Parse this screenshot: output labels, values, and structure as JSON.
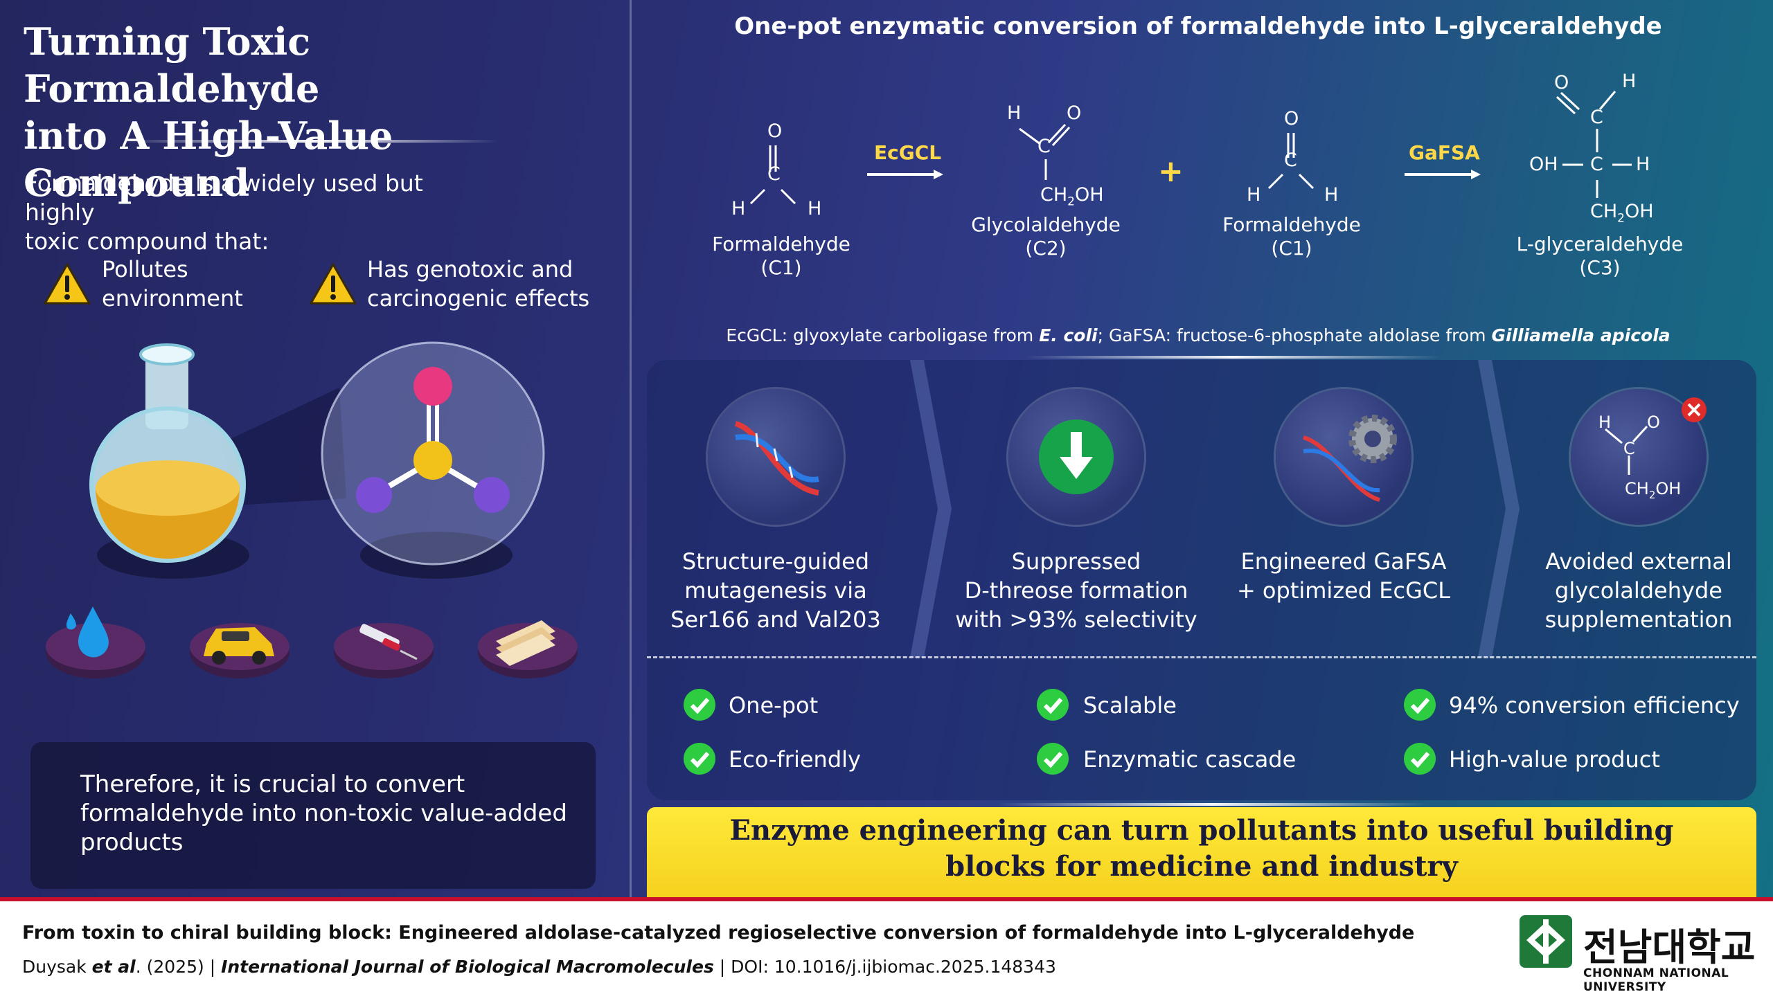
{
  "left": {
    "title_line1": "Turning Toxic Formaldehyde",
    "title_line2": "into A High-Value Compound",
    "intro_line1": "Formaldehyde is a widely used but highly",
    "intro_line2": "toxic compound that:",
    "warnings": [
      {
        "line1": "Pollutes",
        "line2": "environment"
      },
      {
        "line1": "Has genotoxic and",
        "line2": "carcinogenic effects"
      }
    ],
    "conclusion_line1": "Therefore, it is crucial to convert",
    "conclusion_line2": "formaldehyde into non-toxic value-added",
    "conclusion_line3": "products"
  },
  "right": {
    "title": "One-pot enzymatic conversion of formaldehyde into L-glyceraldehyde",
    "atoms": {
      "O": "O",
      "C": "C",
      "H": "H",
      "OH": "OH",
      "CH2OH_main": "CH",
      "CH2OH_sub": "2",
      "CH2OH_tail": "OH"
    },
    "enzyme1": "EcGCL",
    "enzyme2": "GaFSA",
    "plus": "+",
    "compounds": [
      {
        "name": "Formaldehyde",
        "code": "(C1)"
      },
      {
        "name": "Glycolaldehyde",
        "code": "(C2)"
      },
      {
        "name": "Formaldehyde",
        "code": "(C1)"
      },
      {
        "name": "L-glyceraldehyde",
        "code": "(C3)"
      }
    ],
    "footnote": {
      "p1": "EcGCL: glyoxylate carboligase from ",
      "p2": "E. coli",
      "p3": "; GaFSA: fructose-6-phosphate aldolase from ",
      "p4": "Gilliamella apicola"
    },
    "steps": [
      {
        "l1": "Structure-guided",
        "l2": "mutagenesis via",
        "l3": "Ser166 and Val203"
      },
      {
        "l1": "Suppressed",
        "l2": "D-threose formation",
        "l3": "with >93% selectivity"
      },
      {
        "l1": "Engineered GaFSA",
        "l2": "+ optimized EcGCL",
        "l3": ""
      },
      {
        "l1": "Avoided external",
        "l2": "glycolaldehyde",
        "l3": "supplementation"
      }
    ],
    "benefits": [
      "One-pot",
      "Eco-friendly",
      "Scalable",
      "Enzymatic cascade",
      "94% conversion efficiency",
      "High-value product"
    ],
    "banner_line1": "Enzyme engineering can turn pollutants into useful building",
    "banner_line2": "blocks for medicine and industry"
  },
  "footer": {
    "paper_title": "From toxin to chiral building block: Engineered aldolase-catalyzed regioselective conversion of formaldehyde into L-glyceraldehyde",
    "authors": "Duysak ",
    "etal": "et al",
    "year": ". (2025)  | ",
    "journal": "International Journal of Biological Macromolecules",
    "doi": " | DOI: 10.1016/j.ijbiomac.2025.148343",
    "logo_korean": "전남대학교",
    "logo_english": "CHONNAM NATIONAL UNIVERSITY"
  },
  "colors": {
    "accent_yellow": "#ffd84a",
    "check_green": "#2ecc40",
    "banner_yellow": "#f7dc2a",
    "footer_red": "#c8102e"
  }
}
